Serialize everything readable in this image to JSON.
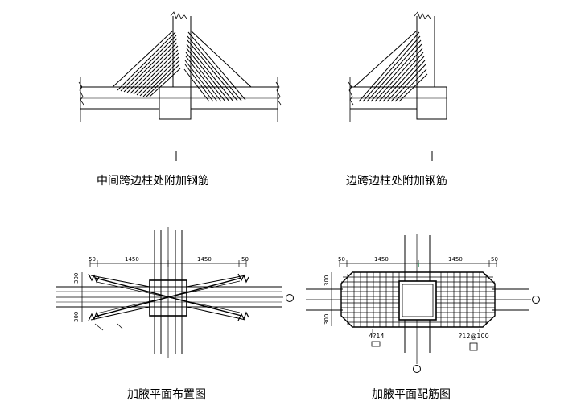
{
  "captions": {
    "top_left": "中间跨边柱处附加钢筋",
    "top_right": "边跨边柱处附加钢筋",
    "bottom_left": "加腋平面布置图",
    "bottom_right": "加腋平面配筋图"
  },
  "dims": {
    "bl_50_left": "50",
    "bl_1450_left": "1450",
    "bl_1450_right": "1450",
    "bl_50_right": "50",
    "bl_300_top": "300",
    "bl_300_bottom": "300",
    "br_50_left": "50",
    "br_1450_left": "1450",
    "br_1450_right": "1450",
    "br_50_right": "50",
    "br_300_top": "300",
    "br_300_bottom": "300"
  },
  "labels": {
    "rebar_main": "4?14",
    "rebar_stirrup": "?12@100"
  },
  "colors": {
    "line": "#000000",
    "accent_green": "#2e8b57",
    "accent_red": "#d22020"
  }
}
